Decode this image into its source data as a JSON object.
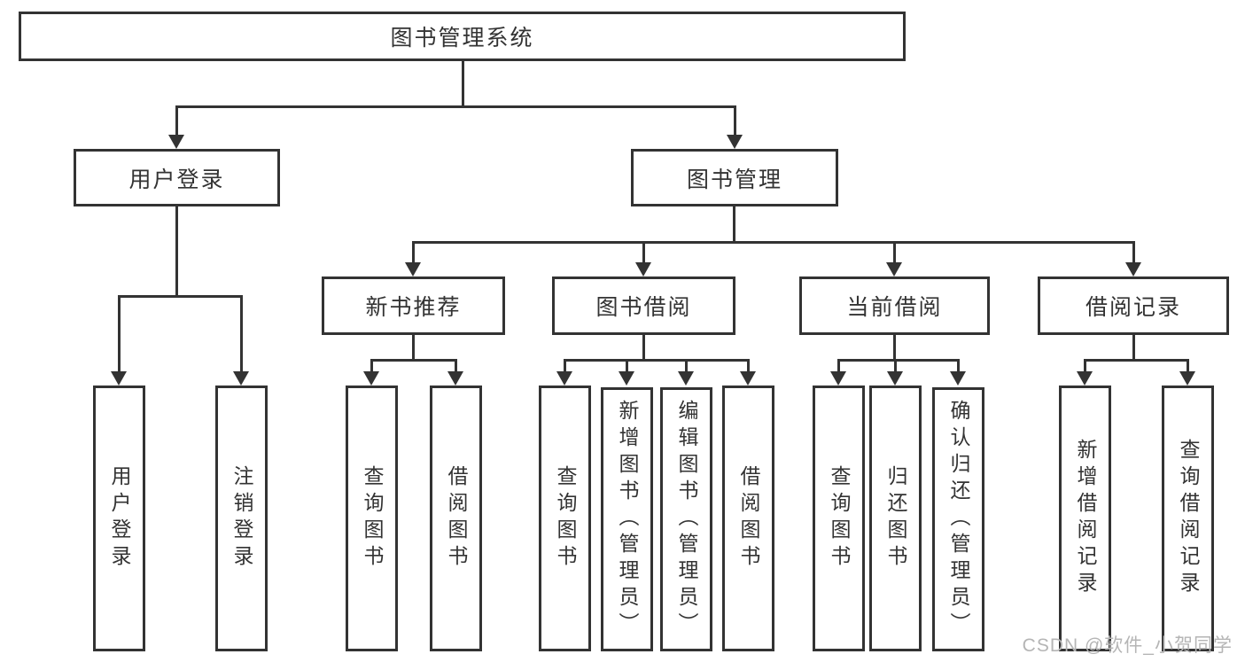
{
  "tree": {
    "root": {
      "label": "图书管理系统"
    },
    "branches": [
      {
        "label": "用户登录",
        "children": [
          {
            "label": "用户登录"
          },
          {
            "label": "注销登录"
          }
        ]
      },
      {
        "label": "图书管理",
        "children": [
          {
            "label": "新书推荐",
            "children": [
              {
                "label": "查询图书"
              },
              {
                "label": "借阅图书"
              }
            ]
          },
          {
            "label": "图书借阅",
            "children": [
              {
                "label": "查询图书"
              },
              {
                "label": "新增图书（管理员）"
              },
              {
                "label": "编辑图书（管理员）"
              },
              {
                "label": "借阅图书"
              }
            ]
          },
          {
            "label": "当前借阅",
            "children": [
              {
                "label": "查询图书"
              },
              {
                "label": "归还图书"
              },
              {
                "label": "确认归还（管理员）"
              }
            ]
          },
          {
            "label": "借阅记录",
            "children": [
              {
                "label": "新增借阅记录"
              },
              {
                "label": "查询借阅记录"
              }
            ]
          }
        ]
      }
    ]
  },
  "watermark": "CSDN @软件_小贺同学",
  "colors": {
    "line": "#333333",
    "text": "#333333",
    "background": "#ffffff",
    "watermark": "#b5b5b5"
  }
}
